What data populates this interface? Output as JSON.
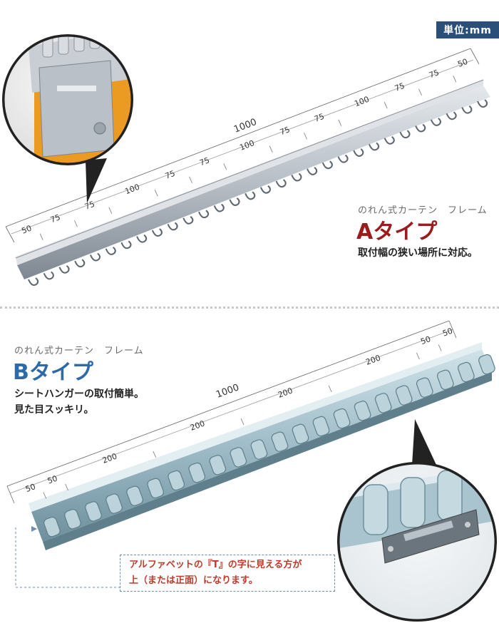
{
  "unit_badge": "単位:mm",
  "type_a": {
    "subtitle": "のれん式カーテン　フレーム",
    "title": "Aタイプ",
    "description": "取付幅の狭い場所に対応。",
    "total_label": "1000",
    "segments": [
      "50",
      "75",
      "75",
      "100",
      "75",
      "75",
      "100",
      "75",
      "75",
      "100",
      "75",
      "75",
      "50"
    ]
  },
  "type_b": {
    "subtitle": "のれん式カーテン　フレーム",
    "title": "Bタイプ",
    "description_lines": [
      "シートハンガーの取付簡単。",
      "見た目スッキリ。"
    ],
    "total_label": "1000",
    "segments": [
      "50",
      "50",
      "200",
      "200",
      "200",
      "200",
      "50",
      "50"
    ]
  },
  "note_lines": [
    "アルファベットの『T』の字に見える方が",
    "上（または正面）になります。"
  ],
  "colors": {
    "type_a_title": "#9b1c1c",
    "type_b_title": "#2f6aa8",
    "badge": "#2a4f78",
    "note_text": "#c0392b"
  }
}
